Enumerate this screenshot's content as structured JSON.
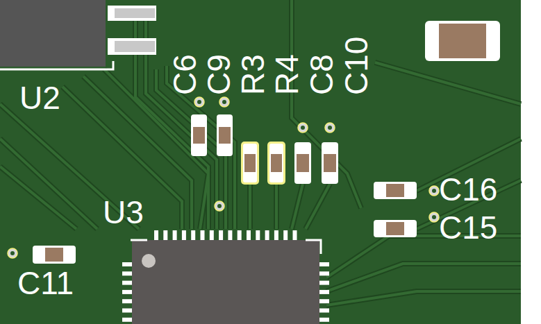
{
  "diagram": {
    "labels": [
      "U2",
      "C6",
      "C9",
      "R3",
      "R4",
      "C8",
      "C10",
      "U3",
      "C16",
      "C15",
      "C11"
    ]
  }
}
